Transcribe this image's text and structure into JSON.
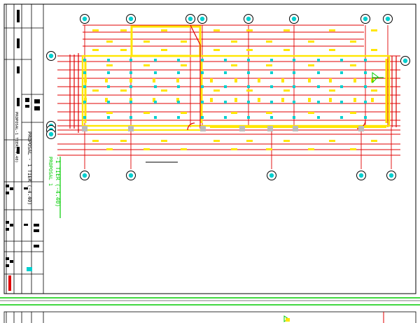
{
  "drawing": {
    "title_sheet": "PROPOSAL - 1 TIER (-4.40)",
    "title_main": "-1 TIER (-4.40)",
    "title_sub": "PROPOSAL 1",
    "side_code": "PROPOSAL-1 TIER(-4.40)"
  },
  "colors": {
    "grid": "#e00000",
    "structure": "#ffe600",
    "column": "#00d0d0",
    "frame": "#000000",
    "accent": "#00cc00"
  },
  "grid_bubbles": {
    "top_count": 8,
    "bottom_count": 5,
    "left_count": 4,
    "right_count": 1
  }
}
